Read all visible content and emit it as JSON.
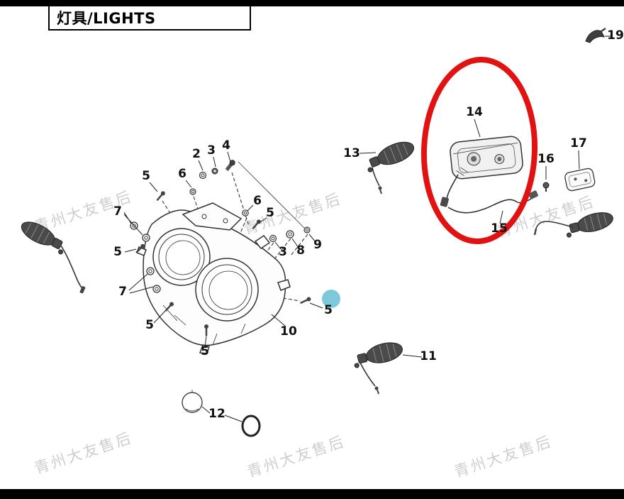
{
  "header": {
    "title": "灯具/LIGHTS"
  },
  "watermark": {
    "text": "青州大友售后"
  },
  "colors": {
    "highlight": "#e01212",
    "marker": "#7ec8de"
  },
  "parts": [
    {
      "num": "19"
    },
    {
      "num": "14"
    },
    {
      "num": "13"
    },
    {
      "num": "17"
    },
    {
      "num": "16"
    },
    {
      "num": "15"
    },
    {
      "num": "2"
    },
    {
      "num": "3"
    },
    {
      "num": "4"
    },
    {
      "num": "5"
    },
    {
      "num": "6"
    },
    {
      "num": "6"
    },
    {
      "num": "5"
    },
    {
      "num": "7"
    },
    {
      "num": "5"
    },
    {
      "num": "7"
    },
    {
      "num": "5"
    },
    {
      "num": "5"
    },
    {
      "num": "3"
    },
    {
      "num": "8"
    },
    {
      "num": "9"
    },
    {
      "num": "5"
    },
    {
      "num": "10"
    },
    {
      "num": "11"
    },
    {
      "num": "12"
    }
  ]
}
